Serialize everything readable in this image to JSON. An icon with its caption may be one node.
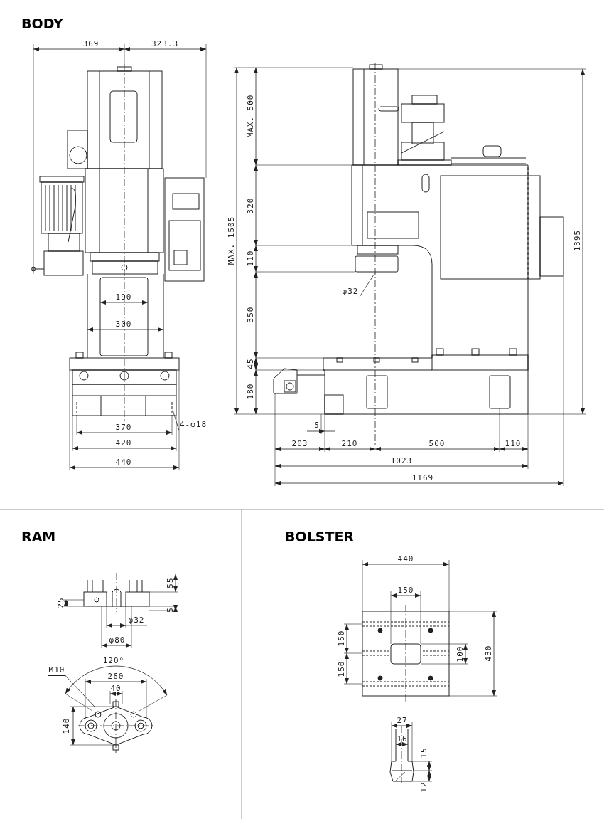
{
  "diagram": {
    "nodes": [
      {
        "text": [
          "4-φ18"
        ]
      },
      {
        "text": [
          "φ32"
        ]
      },
      {
        "text": [
          "M10"
        ]
      }
    ],
    "edges": [
      {
        "from": 0,
        "to": null,
        "arrow": "none"
      },
      {
        "from": 1,
        "to": null,
        "arrow": "none"
      },
      {
        "from": 2,
        "to": null,
        "arrow": "none"
      }
    ],
    "labels": [
      "BODY",
      "369",
      "323.3",
      "MAX. 500",
      "320",
      "MAX. 1505",
      "110",
      "1395",
      "190",
      "350",
      "300",
      "45",
      "180",
      "370",
      "420",
      "440",
      "5",
      "203",
      "210",
      "500",
      "110",
      "1023",
      "1169",
      "RAM",
      "BOLSTER",
      "440",
      "55",
      "150",
      "25",
      "5",
      "φ32",
      "150",
      "φ80",
      "100",
      "430",
      "120°",
      "150",
      "260",
      "40",
      "140",
      "27",
      "16",
      "15",
      "12"
    ]
  }
}
